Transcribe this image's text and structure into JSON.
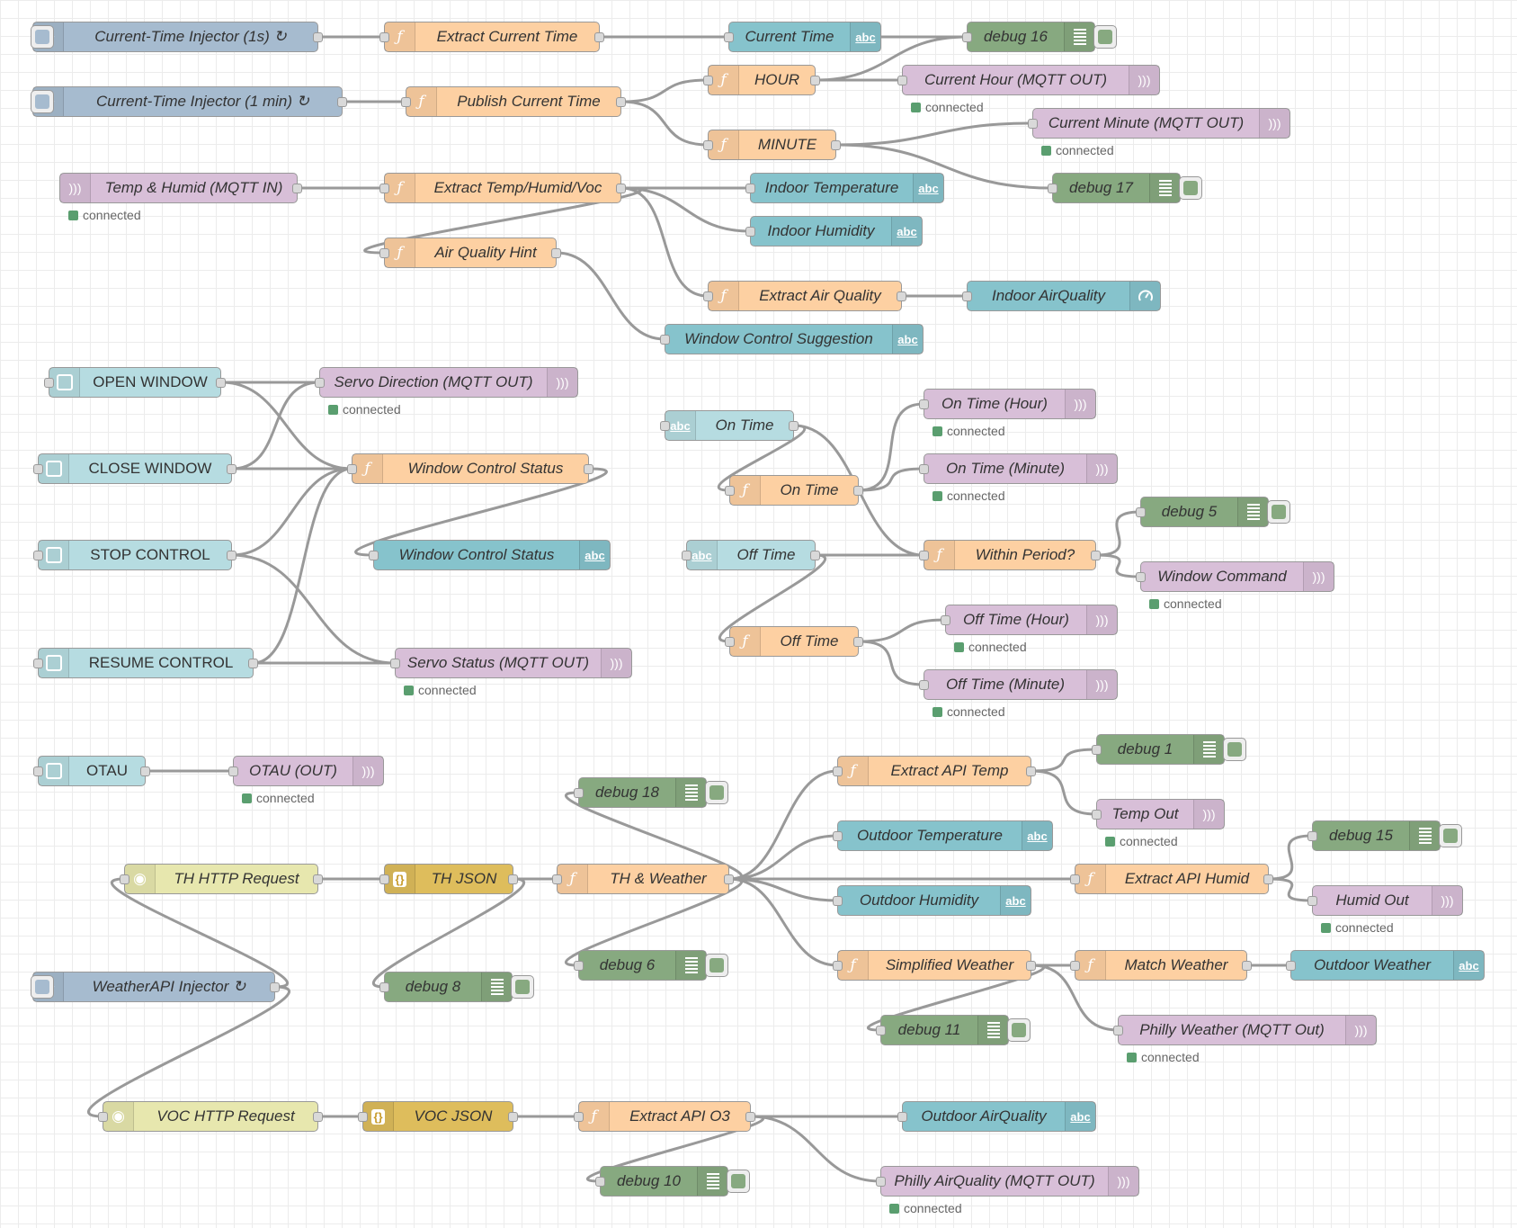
{
  "colors": {
    "inject": "#a6bbcf",
    "function": "#fdd0a2",
    "ui_text": "#86c3cc",
    "ui_text_input": "#b6dce1",
    "ui_button": "#b6dce1",
    "mqtt": "#d8bfd8",
    "debug": "#87a980",
    "http": "#e7e7ae",
    "json": "#debd5c",
    "wire": "#999999",
    "status_connected": "#5a9e6f"
  },
  "nodes": [
    {
      "id": "n1",
      "label": "Current-Time Injector (1s) ↻",
      "type": "inject"
    },
    {
      "id": "n2",
      "label": "Extract Current Time",
      "type": "function"
    },
    {
      "id": "n3",
      "label": "Current Time",
      "type": "ui_text"
    },
    {
      "id": "n4",
      "label": "debug 16",
      "type": "debug"
    },
    {
      "id": "n5",
      "label": "Current-Time Injector (1 min) ↻",
      "type": "inject"
    },
    {
      "id": "n6",
      "label": "Publish Current Time",
      "type": "function"
    },
    {
      "id": "n7",
      "label": "HOUR",
      "type": "function"
    },
    {
      "id": "n8",
      "label": "Current Hour (MQTT OUT)",
      "type": "mqtt_out",
      "status": "connected"
    },
    {
      "id": "n9",
      "label": "MINUTE",
      "type": "function"
    },
    {
      "id": "n10",
      "label": "Current Minute (MQTT OUT)",
      "type": "mqtt_out",
      "status": "connected"
    },
    {
      "id": "n11",
      "label": "debug 17",
      "type": "debug"
    },
    {
      "id": "n12",
      "label": "Temp & Humid (MQTT IN)",
      "type": "mqtt_in",
      "status": "connected"
    },
    {
      "id": "n13",
      "label": "Extract Temp/Humid/Voc",
      "type": "function"
    },
    {
      "id": "n14",
      "label": "Indoor Temperature",
      "type": "ui_text"
    },
    {
      "id": "n15",
      "label": "Indoor Humidity",
      "type": "ui_text"
    },
    {
      "id": "n16",
      "label": "Air Quality Hint",
      "type": "function"
    },
    {
      "id": "n17",
      "label": "Extract Air Quality",
      "type": "function"
    },
    {
      "id": "n18",
      "label": "Indoor AirQuality",
      "type": "ui_gauge"
    },
    {
      "id": "n19",
      "label": "Window Control Suggestion",
      "type": "ui_text"
    },
    {
      "id": "n20",
      "label": "OPEN WINDOW",
      "type": "ui_button"
    },
    {
      "id": "n21",
      "label": "Servo Direction (MQTT OUT)",
      "type": "mqtt_out",
      "status": "connected"
    },
    {
      "id": "n22",
      "label": "CLOSE WINDOW",
      "type": "ui_button"
    },
    {
      "id": "n23",
      "label": "Window Control Status",
      "type": "function"
    },
    {
      "id": "n24",
      "label": "STOP CONTROL",
      "type": "ui_button"
    },
    {
      "id": "n25",
      "label": "Window Control Status",
      "type": "ui_text"
    },
    {
      "id": "n26",
      "label": "RESUME CONTROL",
      "type": "ui_button"
    },
    {
      "id": "n27",
      "label": "Servo Status (MQTT OUT)",
      "type": "mqtt_out",
      "status": "connected"
    },
    {
      "id": "n28",
      "label": "On Time",
      "type": "ui_text_input"
    },
    {
      "id": "n29",
      "label": "On Time",
      "type": "function"
    },
    {
      "id": "n30",
      "label": "On Time (Hour)",
      "type": "mqtt_out",
      "status": "connected"
    },
    {
      "id": "n31",
      "label": "On Time (Minute)",
      "type": "mqtt_out",
      "status": "connected"
    },
    {
      "id": "n32",
      "label": "Off Time",
      "type": "ui_text_input"
    },
    {
      "id": "n33",
      "label": "Within Period?",
      "type": "function"
    },
    {
      "id": "n34",
      "label": "debug 5",
      "type": "debug"
    },
    {
      "id": "n35",
      "label": "Window Command",
      "type": "mqtt_out",
      "status": "connected"
    },
    {
      "id": "n36",
      "label": "Off Time",
      "type": "function"
    },
    {
      "id": "n37",
      "label": "Off Time (Hour)",
      "type": "mqtt_out",
      "status": "connected"
    },
    {
      "id": "n38",
      "label": "Off Time (Minute)",
      "type": "mqtt_out",
      "status": "connected"
    },
    {
      "id": "n39",
      "label": "OTAU",
      "type": "ui_button"
    },
    {
      "id": "n40",
      "label": "OTAU (OUT)",
      "type": "mqtt_out",
      "status": "connected"
    },
    {
      "id": "n41",
      "label": "debug 18",
      "type": "debug"
    },
    {
      "id": "n42",
      "label": "Extract API Temp",
      "type": "function"
    },
    {
      "id": "n43",
      "label": "debug 1",
      "type": "debug"
    },
    {
      "id": "n44",
      "label": "Temp Out",
      "type": "mqtt_out",
      "status": "connected"
    },
    {
      "id": "n45",
      "label": "Outdoor Temperature",
      "type": "ui_text"
    },
    {
      "id": "n46",
      "label": "TH HTTP Request",
      "type": "http"
    },
    {
      "id": "n47",
      "label": "TH JSON",
      "type": "json"
    },
    {
      "id": "n48",
      "label": "TH & Weather",
      "type": "function"
    },
    {
      "id": "n49",
      "label": "Extract API Humid",
      "type": "function"
    },
    {
      "id": "n50",
      "label": "debug 15",
      "type": "debug"
    },
    {
      "id": "n51",
      "label": "Humid Out",
      "type": "mqtt_out",
      "status": "connected"
    },
    {
      "id": "n52",
      "label": "Outdoor Humidity",
      "type": "ui_text"
    },
    {
      "id": "n53",
      "label": "debug 6",
      "type": "debug"
    },
    {
      "id": "n54",
      "label": "Simplified Weather",
      "type": "function"
    },
    {
      "id": "n55",
      "label": "Match Weather",
      "type": "function"
    },
    {
      "id": "n56",
      "label": "Outdoor Weather",
      "type": "ui_text"
    },
    {
      "id": "n57",
      "label": "WeatherAPI Injector ↻",
      "type": "inject"
    },
    {
      "id": "n58",
      "label": "debug 8",
      "type": "debug"
    },
    {
      "id": "n59",
      "label": "debug 11",
      "type": "debug"
    },
    {
      "id": "n60",
      "label": "Philly Weather (MQTT Out)",
      "type": "mqtt_out",
      "status": "connected"
    },
    {
      "id": "n61",
      "label": "VOC HTTP Request",
      "type": "http"
    },
    {
      "id": "n62",
      "label": "VOC JSON",
      "type": "json"
    },
    {
      "id": "n63",
      "label": "Extract API O3",
      "type": "function"
    },
    {
      "id": "n64",
      "label": "Outdoor AirQuality",
      "type": "ui_text"
    },
    {
      "id": "n65",
      "label": "debug 10",
      "type": "debug"
    },
    {
      "id": "n66",
      "label": "Philly AirQuality (MQTT OUT)",
      "type": "mqtt_out",
      "status": "connected"
    }
  ],
  "wires": [
    [
      "n1",
      "n2"
    ],
    [
      "n2",
      "n3"
    ],
    [
      "n2",
      "n4"
    ],
    [
      "n5",
      "n6"
    ],
    [
      "n6",
      "n7"
    ],
    [
      "n6",
      "n9"
    ],
    [
      "n7",
      "n4"
    ],
    [
      "n7",
      "n8"
    ],
    [
      "n9",
      "n10"
    ],
    [
      "n9",
      "n11"
    ],
    [
      "n12",
      "n13"
    ],
    [
      "n13",
      "n14"
    ],
    [
      "n13",
      "n15"
    ],
    [
      "n13",
      "n16"
    ],
    [
      "n13",
      "n17"
    ],
    [
      "n16",
      "n19"
    ],
    [
      "n17",
      "n18"
    ],
    [
      "n20",
      "n21"
    ],
    [
      "n20",
      "n23"
    ],
    [
      "n22",
      "n21"
    ],
    [
      "n22",
      "n23"
    ],
    [
      "n24",
      "n23"
    ],
    [
      "n24",
      "n27"
    ],
    [
      "n26",
      "n23"
    ],
    [
      "n26",
      "n27"
    ],
    [
      "n23",
      "n25"
    ],
    [
      "n28",
      "n29"
    ],
    [
      "n28",
      "n33"
    ],
    [
      "n29",
      "n30"
    ],
    [
      "n29",
      "n31"
    ],
    [
      "n32",
      "n33"
    ],
    [
      "n32",
      "n36"
    ],
    [
      "n33",
      "n34"
    ],
    [
      "n33",
      "n35"
    ],
    [
      "n36",
      "n37"
    ],
    [
      "n36",
      "n38"
    ],
    [
      "n39",
      "n40"
    ],
    [
      "n57",
      "n46"
    ],
    [
      "n57",
      "n61"
    ],
    [
      "n46",
      "n47"
    ],
    [
      "n47",
      "n48"
    ],
    [
      "n47",
      "n58"
    ],
    [
      "n48",
      "n41"
    ],
    [
      "n48",
      "n42"
    ],
    [
      "n48",
      "n45"
    ],
    [
      "n48",
      "n49"
    ],
    [
      "n48",
      "n52"
    ],
    [
      "n48",
      "n53"
    ],
    [
      "n48",
      "n54"
    ],
    [
      "n42",
      "n43"
    ],
    [
      "n42",
      "n44"
    ],
    [
      "n49",
      "n50"
    ],
    [
      "n49",
      "n51"
    ],
    [
      "n54",
      "n55"
    ],
    [
      "n54",
      "n59"
    ],
    [
      "n54",
      "n60"
    ],
    [
      "n55",
      "n56"
    ],
    [
      "n61",
      "n62"
    ],
    [
      "n62",
      "n63"
    ],
    [
      "n63",
      "n64"
    ],
    [
      "n63",
      "n65"
    ],
    [
      "n63",
      "n66"
    ]
  ]
}
